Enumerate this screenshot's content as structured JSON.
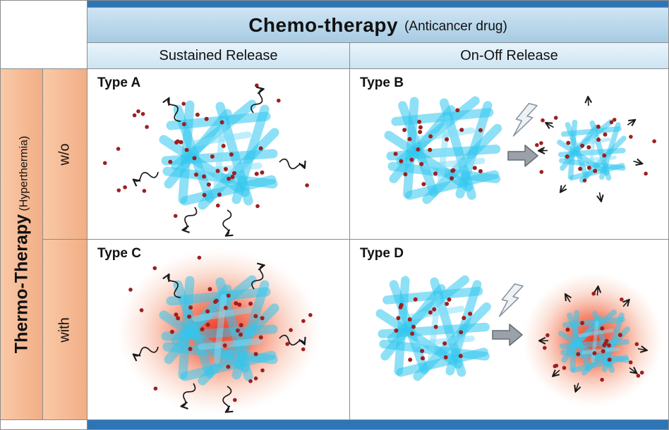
{
  "figure": {
    "chemo": {
      "title": "Chemo-therapy",
      "subtitle": "(Anticancer drug)",
      "columns": [
        {
          "label": "Sustained Release"
        },
        {
          "label": "On-Off Release"
        }
      ]
    },
    "thermo": {
      "title": "Thermo-Therapy",
      "subtitle": "(Hyperthermia)",
      "rows": [
        {
          "label": "w/o"
        },
        {
          "label": "with"
        }
      ]
    },
    "cells": [
      {
        "label": "Type A"
      },
      {
        "label": "Type B"
      },
      {
        "label": "Type C"
      },
      {
        "label": "Type D"
      }
    ]
  },
  "icons": {
    "hydrogel-mesh": "criss-cross cyan fiber blob",
    "drug-dot": "small dark-red circle",
    "release-wavy-arrow": "thin black squiggle arrow",
    "release-arrow": "thin black straight arrow",
    "lightning-icon": "white lightning bolt with gray outline",
    "block-arrow-right-icon": "gray block arrow pointing right",
    "heat-glow": "red radial gradient halo"
  },
  "colors": {
    "accent_bar_blue": "#2e75b6",
    "header_blue": "#a6cbe3",
    "subheader_blue": "#cde4f2",
    "salmon": "#f6bd99",
    "mesh_cyan": "#31c6ee",
    "drug_red": "#9e1f1f",
    "heat_red": "#ed2c17",
    "border_gray": "#8c8c8c"
  }
}
